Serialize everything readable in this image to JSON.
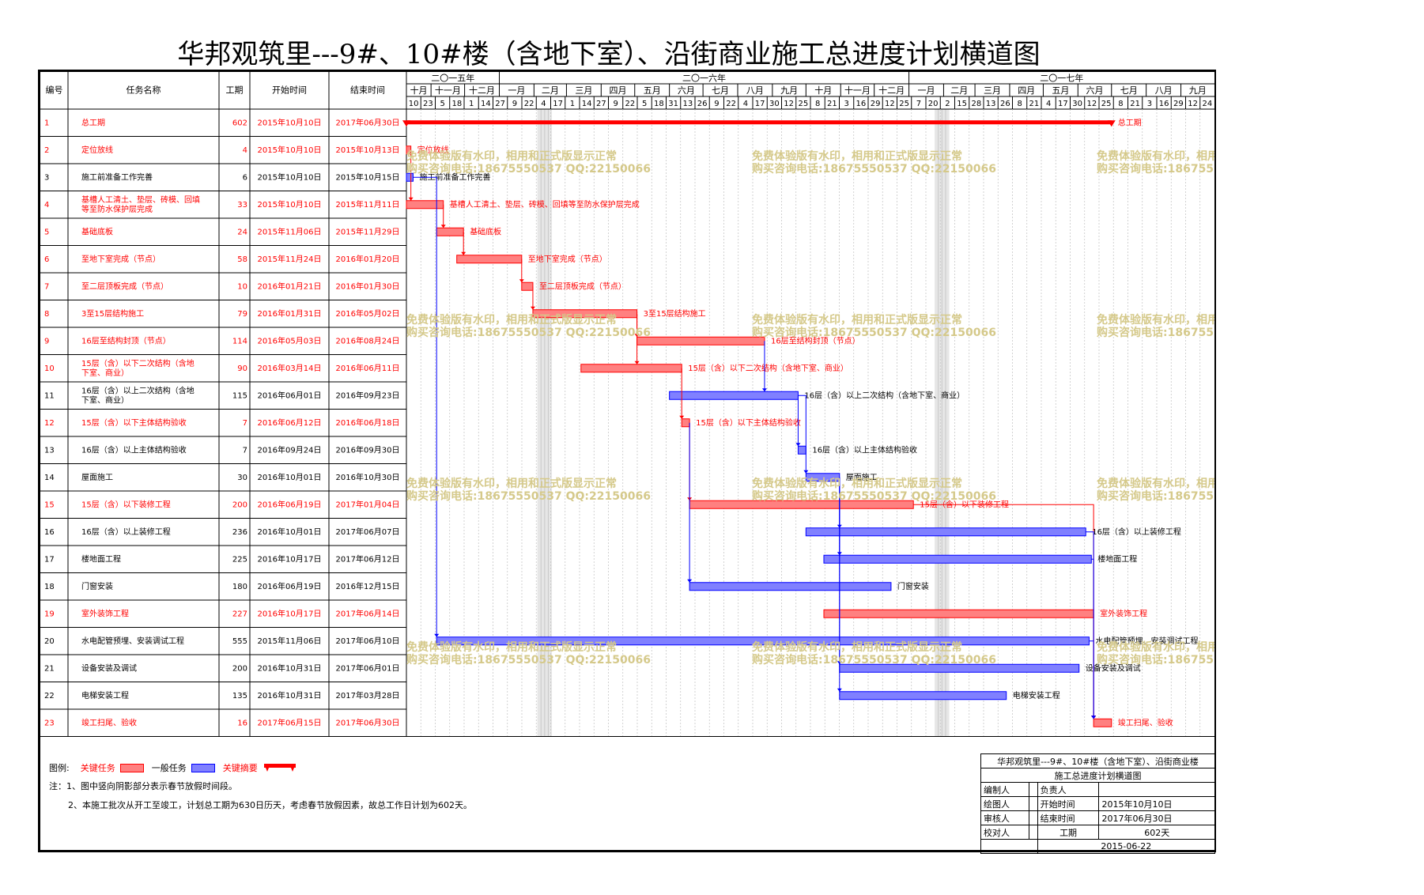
{
  "title": "华邦观筑里---9#、10#楼（含地下室）、沿街商业施工总进度计划横道图",
  "columns": {
    "id": "编号",
    "name": "任务名称",
    "duration": "工期",
    "start": "开始时间",
    "end": "结束时间"
  },
  "years": [
    {
      "label": "二〇一五年",
      "months": 3
    },
    {
      "label": "二〇一六年",
      "months": 12
    },
    {
      "label": "二〇一七年",
      "months": 9
    }
  ],
  "months": [
    "十月",
    "十一月",
    "十二月",
    "一月",
    "二月",
    "三月",
    "四月",
    "五月",
    "六月",
    "七月",
    "八月",
    "九月",
    "十月",
    "十一月",
    "十二月",
    "一月",
    "二月",
    "三月",
    "四月",
    "五月",
    "六月",
    "七月",
    "八月",
    "九月"
  ],
  "days": [
    "10",
    "23",
    "5",
    "18",
    "1",
    "14",
    "27",
    "9",
    "22",
    "4",
    "17",
    "1",
    "14",
    "27",
    "9",
    "22",
    "5",
    "18",
    "31",
    "13",
    "26",
    "9",
    "22",
    "4",
    "17",
    "30",
    "12",
    "25",
    "8",
    "21",
    "3",
    "16",
    "29",
    "12",
    "25",
    "7",
    "20",
    "2",
    "15",
    "28",
    "13",
    "26",
    "8",
    "21",
    "4",
    "17",
    "30",
    "12",
    "25",
    "8",
    "21",
    "3",
    "16",
    "29",
    "12",
    "24"
  ],
  "colors": {
    "critical": "#ff0000",
    "critical_fill": "#ff8080",
    "normal_line": "#0000ff",
    "normal_fill": "#8080ff",
    "watermark": "#d5c98a"
  },
  "watermark": {
    "line1": "免费体验版有水印，相用和正式版显示正常",
    "line2": "购买咨询电话:18675550537 QQ:22150066"
  },
  "chart_data": {
    "type": "gantt",
    "time_axis": {
      "start": "2015-10-10",
      "end": "2017-09-30"
    },
    "tasks": [
      {
        "id": "1",
        "name": "总工期",
        "duration": 602,
        "start": "2015年10月10日",
        "end": "2017年06月30日",
        "critical": true,
        "summary": true,
        "bar_label": "总工期"
      },
      {
        "id": "2",
        "name": "定位放线",
        "duration": 4,
        "start": "2015年10月10日",
        "end": "2015年10月13日",
        "critical": true,
        "bar_label": "定位放线"
      },
      {
        "id": "3",
        "name": "施工前准备工作完善",
        "duration": 6,
        "start": "2015年10月10日",
        "end": "2015年10月15日",
        "critical": false,
        "bar_label": "施工前准备工作完善"
      },
      {
        "id": "4",
        "name": "基槽人工清土、垫层、砖模、回填等至防水保护层完成",
        "duration": 33,
        "start": "2015年10月10日",
        "end": "2015年11月11日",
        "critical": true,
        "bar_label": "基槽人工清土、垫层、砖模、回填等至防水保护层完成"
      },
      {
        "id": "5",
        "name": "基础底板",
        "duration": 24,
        "start": "2015年11月06日",
        "end": "2015年11月29日",
        "critical": true,
        "bar_label": "基础底板"
      },
      {
        "id": "6",
        "name": "至地下室完成（节点）",
        "duration": 58,
        "start": "2015年11月24日",
        "end": "2016年01月20日",
        "critical": true,
        "bar_label": "至地下室完成（节点）"
      },
      {
        "id": "7",
        "name": "至二层顶板完成（节点）",
        "duration": 10,
        "start": "2016年01月21日",
        "end": "2016年01月30日",
        "critical": true,
        "bar_label": "至二层顶板完成（节点）"
      },
      {
        "id": "8",
        "name": "3至15层结构施工",
        "duration": 79,
        "start": "2016年01月31日",
        "end": "2016年05月02日",
        "critical": true,
        "bar_label": "3至15层结构施工"
      },
      {
        "id": "9",
        "name": "16层至结构封顶（节点）",
        "duration": 114,
        "start": "2016年05月03日",
        "end": "2016年08月24日",
        "critical": true,
        "bar_label": "16层至结构封顶（节点）"
      },
      {
        "id": "10",
        "name": "15层（含）以下二次结构（含地下室、商业）",
        "duration": 90,
        "start": "2016年03月14日",
        "end": "2016年06月11日",
        "critical": true,
        "bar_label": "15层（含）以下二次结构（含地下室、商业）"
      },
      {
        "id": "11",
        "name": "16层（含）以上二次结构（含地下室、商业）",
        "duration": 115,
        "start": "2016年06月01日",
        "end": "2016年09月23日",
        "critical": false,
        "bar_label": "16层（含）以上二次结构（含地下室、商业）"
      },
      {
        "id": "12",
        "name": "15层（含）以下主体结构验收",
        "duration": 7,
        "start": "2016年06月12日",
        "end": "2016年06月18日",
        "critical": true,
        "bar_label": "15层（含）以下主体结构验收"
      },
      {
        "id": "13",
        "name": "16层（含）以上主体结构验收",
        "duration": 7,
        "start": "2016年09月24日",
        "end": "2016年09月30日",
        "critical": false,
        "bar_label": "16层（含）以上主体结构验收"
      },
      {
        "id": "14",
        "name": "屋面施工",
        "duration": 30,
        "start": "2016年10月01日",
        "end": "2016年10月30日",
        "critical": false,
        "bar_label": "屋面施工"
      },
      {
        "id": "15",
        "name": "15层（含）以下装修工程",
        "duration": 200,
        "start": "2016年06月19日",
        "end": "2017年01月04日",
        "critical": true,
        "bar_label": "15层（含）以下装修工程"
      },
      {
        "id": "16",
        "name": "16层（含）以上装修工程",
        "duration": 236,
        "start": "2016年10月01日",
        "end": "2017年06月07日",
        "critical": false,
        "bar_label": "16层（含）以上装修工程"
      },
      {
        "id": "17",
        "name": "楼地面工程",
        "duration": 225,
        "start": "2016年10月17日",
        "end": "2017年06月12日",
        "critical": false,
        "bar_label": "楼地面工程"
      },
      {
        "id": "18",
        "name": "门窗安装",
        "duration": 180,
        "start": "2016年06月19日",
        "end": "2016年12月15日",
        "critical": false,
        "bar_label": "门窗安装"
      },
      {
        "id": "19",
        "name": "室外装饰工程",
        "duration": 227,
        "start": "2016年10月17日",
        "end": "2017年06月14日",
        "critical": true,
        "bar_label": "室外装饰工程"
      },
      {
        "id": "20",
        "name": "水电配管预埋、安装调试工程",
        "duration": 555,
        "start": "2015年11月06日",
        "end": "2017年06月10日",
        "critical": false,
        "bar_label": "水电配管预埋、安装调试工程"
      },
      {
        "id": "21",
        "name": "设备安装及调试",
        "duration": 200,
        "start": "2016年10月31日",
        "end": "2017年06月01日",
        "critical": false,
        "bar_label": "设备安装及调试"
      },
      {
        "id": "22",
        "name": "电梯安装工程",
        "duration": 135,
        "start": "2016年10月31日",
        "end": "2017年03月28日",
        "critical": false,
        "bar_label": "电梯安装工程"
      },
      {
        "id": "23",
        "name": "竣工扫尾、验收",
        "duration": 16,
        "start": "2017年06月15日",
        "end": "2017年06月30日",
        "critical": true,
        "bar_label": "竣工扫尾、验收"
      }
    ]
  },
  "legend": {
    "label": "图例:",
    "critical_task": "关键任务",
    "normal_task": "一般任务",
    "critical_summary": "关键摘要"
  },
  "notes": [
    "注：1、图中竖向阴影部分表示春节放假时间段。",
    "2、本施工批次从开工至竣工，计划总工期为630日历天，考虑春节放假因素，故总工作日计划为602天。"
  ],
  "title_block": {
    "project": "华邦观筑里---9#、10#楼（含地下室）、沿街商业楼",
    "drawing": "施工总进度计划横道图",
    "rows": [
      {
        "label": "编制人",
        "value": "",
        "label2": "负责人",
        "value2": ""
      },
      {
        "label": "绘图人",
        "value": "",
        "label2": "开始时间",
        "value2": "2015年10月10日"
      },
      {
        "label": "审核人",
        "value": "",
        "label2": "结束时间",
        "value2": "2017年06月30日"
      },
      {
        "label": "校对人",
        "value": "",
        "label2": "工期",
        "value2": "602天"
      }
    ],
    "date": "2015-06-22"
  }
}
